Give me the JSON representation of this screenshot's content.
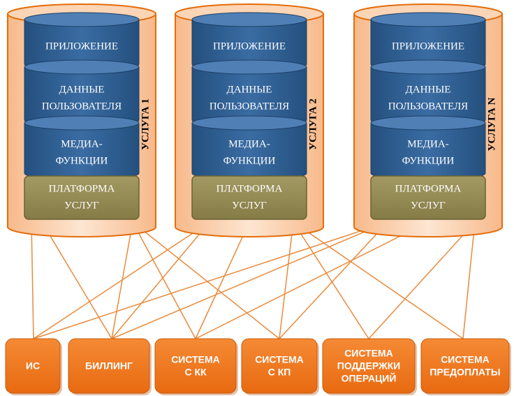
{
  "services": [
    {
      "label": "УСЛУГА 1"
    },
    {
      "label": "УСЛУГА 2"
    },
    {
      "label": "УСЛУГА N"
    }
  ],
  "layers": {
    "app": [
      "ПРИЛОЖЕНИЕ"
    ],
    "user_data": [
      "ДАННЫЕ",
      "ПОЛЬЗОВАТЕЛЯ"
    ],
    "media": [
      "МЕДИА-",
      "ФУНКЦИИ"
    ],
    "platform": [
      "ПЛАТФОРМА",
      "УСЛУГ"
    ]
  },
  "systems": [
    {
      "lines": [
        "ИС"
      ]
    },
    {
      "lines": [
        "БИЛЛИНГ"
      ]
    },
    {
      "lines": [
        "СИСТЕМА",
        "С КК"
      ]
    },
    {
      "lines": [
        "СИСТЕМА",
        "С КП"
      ]
    },
    {
      "lines": [
        "СИСТЕМА",
        "ПОДДЕРЖКИ",
        "ОПЕРАЦИЙ"
      ]
    },
    {
      "lines": [
        "СИСТЕМА",
        "ПРЕДОПЛАТЫ"
      ]
    }
  ],
  "colors": {
    "outer_fill": "#FBD5B5",
    "outer_stroke": "#E36C0A",
    "layer_blue": "#2E5C8A",
    "layer_top": "#4F7FB5",
    "platform_fill": "#948A54",
    "connector": "#E98A3C",
    "system_box": "#F07820"
  }
}
